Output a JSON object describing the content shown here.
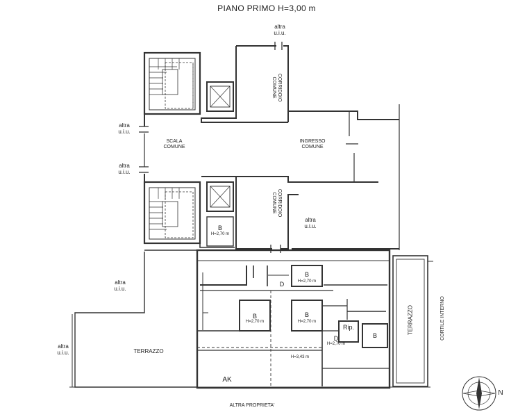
{
  "title": "PIANO PRIMO  H=3,00 m",
  "labels": {
    "altra_uiu_top": "altra\nu.i.u.",
    "altra_uiu_left1": "altra\nu.i.u.",
    "altra_uiu_left2": "altra\nu.i.u.",
    "altra_uiu_mid": "altra\nu.i.u.",
    "altra_uiu_left3": "altra\nu.i.u.",
    "altra_uiu_left4": "altra\nu.i.u.",
    "scala_comune": "SCALA\nCOMUNE",
    "ingresso_comune": "INGRESSO\nCOMUNE",
    "corridoio_comune_1": "CORRIDOIO\nCOMUNE",
    "corridoio_comune_2": "CORRIDOIO\nCOMUNE",
    "terrazzo_left": "TERRAZZO",
    "terrazzo_right": "TERRAZZO",
    "cortile_interno": "CORTILE INTERNO",
    "altra_proprieta": "ALTRA PROPRIETA'",
    "ak": "AK",
    "rip": "Rip.",
    "north": "N"
  },
  "rooms": [
    {
      "id": "b1",
      "letter": "B",
      "height": "H=2,70 m"
    },
    {
      "id": "b2",
      "letter": "B",
      "height": "H=2,70 m"
    },
    {
      "id": "b3",
      "letter": "B",
      "height": "H=2,70 m"
    },
    {
      "id": "b4",
      "letter": "B",
      "height": "H=2,70 m"
    },
    {
      "id": "b5",
      "letter": "B",
      "height": ""
    },
    {
      "id": "d1",
      "letter": "D",
      "height": ""
    },
    {
      "id": "d2",
      "letter": "D",
      "height": "H=2,70 m"
    },
    {
      "id": "main",
      "letter": "",
      "height": "H=3,43 m"
    }
  ]
}
